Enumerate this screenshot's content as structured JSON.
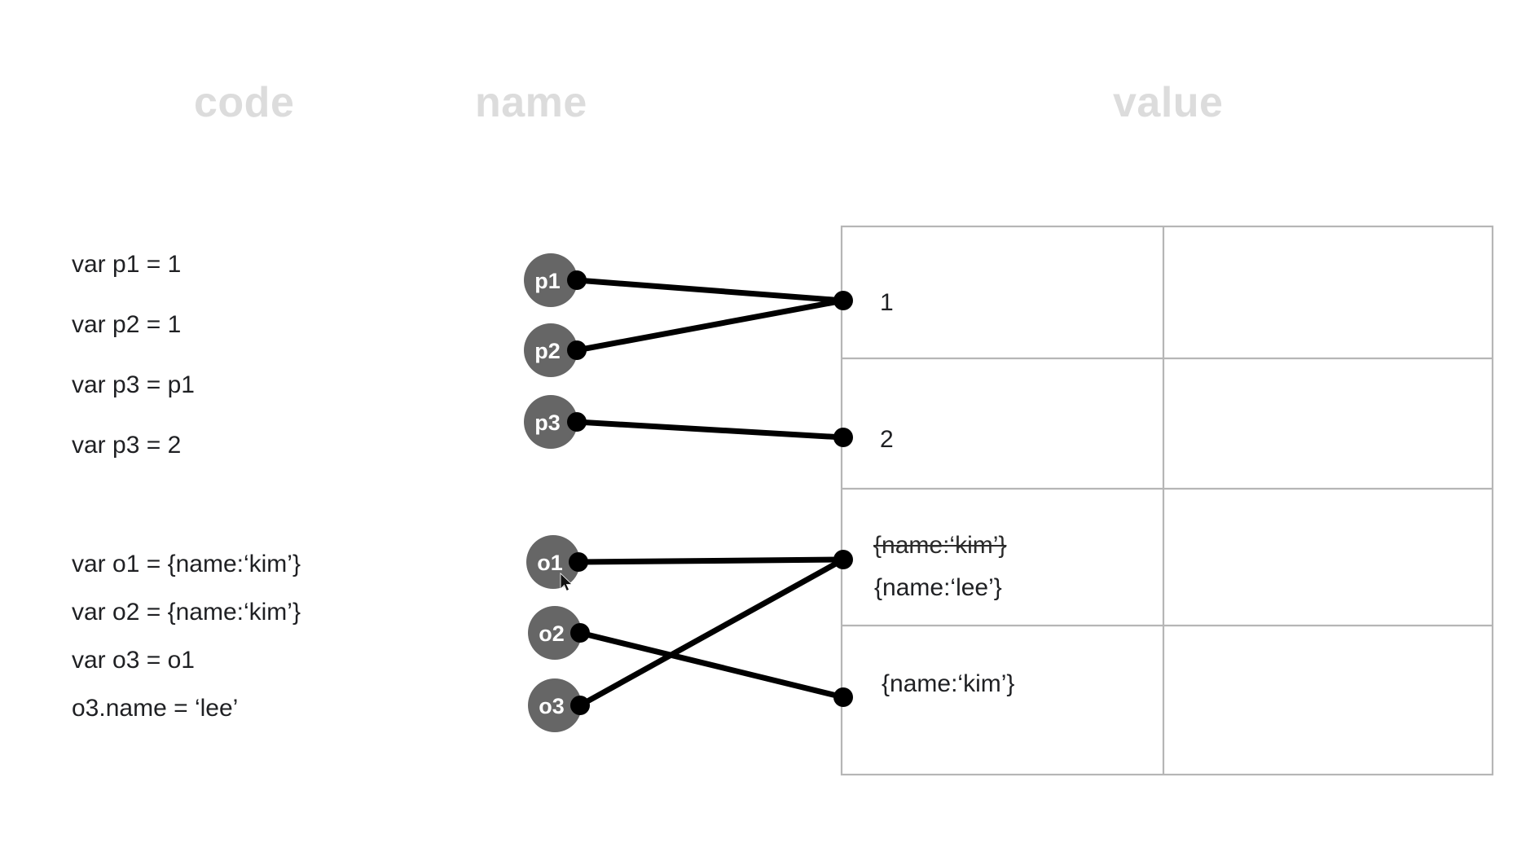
{
  "headers": {
    "code": "code",
    "name": "name",
    "value": "value"
  },
  "code_lines": [
    "var p1 = 1",
    "var p2 = 1",
    "var p3 = p1",
    "var p3 = 2",
    "var o1 = {name:‘kim’}",
    "var o2 = {name:‘kim’}",
    "var o3 = o1",
    "o3.name = ‘lee’"
  ],
  "nodes": [
    {
      "id": "p1",
      "label": "p1"
    },
    {
      "id": "p2",
      "label": "p2"
    },
    {
      "id": "p3",
      "label": "p3"
    },
    {
      "id": "o1",
      "label": "o1"
    },
    {
      "id": "o2",
      "label": "o2"
    },
    {
      "id": "o3",
      "label": "o3"
    }
  ],
  "table": {
    "rows": [
      {
        "value_primary": "1",
        "value_struck": ""
      },
      {
        "value_primary": "2",
        "value_struck": ""
      },
      {
        "value_primary": "{name:‘lee’}",
        "value_struck": "{name:‘kim’}"
      },
      {
        "value_primary": "{name:‘kim’}",
        "value_struck": ""
      }
    ]
  },
  "edges": [
    {
      "from": "p1",
      "to": "row1"
    },
    {
      "from": "p2",
      "to": "row1"
    },
    {
      "from": "p3",
      "to": "row2"
    },
    {
      "from": "o1",
      "to": "row3"
    },
    {
      "from": "o3",
      "to": "row3"
    },
    {
      "from": "o2",
      "to": "row4"
    }
  ],
  "colors": {
    "node_fill": "#666666",
    "node_text": "#ffffff",
    "edge": "#000000",
    "header_text": "#dcdcdc",
    "body_text": "#1f2023",
    "table_border": "#b6b6b6",
    "background": "#ffffff"
  }
}
